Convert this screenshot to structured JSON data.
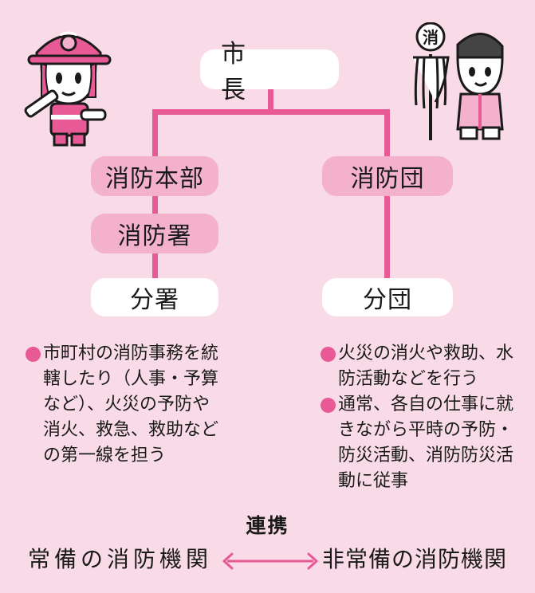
{
  "colors": {
    "background": "#f9dbe8",
    "accent": "#e85a95",
    "pink_box": "#f3b1cc",
    "white_box": "#ffffff"
  },
  "diagram": {
    "mayor": "市　長",
    "left_branch": {
      "headquarters": "消防本部",
      "fire_station": "消防署",
      "branch": "分署"
    },
    "right_branch": {
      "fire_corps": "消防団",
      "branch": "分団"
    }
  },
  "descriptions": {
    "left": [
      "市町村の消防事務を統轄したり（人事・予算など）、火災の予防や消火、救急、救助などの第一線を担う"
    ],
    "right": [
      "火災の消火や救助、水防活動などを行う",
      "通常、各自の仕事に就きながら平時の予防・防災活動、消防防災活動に従事"
    ]
  },
  "bottom": {
    "link_label": "連携",
    "left_org": "常備の消防機関",
    "right_org": "非常備の消防機関"
  },
  "characters": {
    "left_icon": "firefighter-icon",
    "right_icon": "fire-corps-member-icon",
    "right_badge": "消"
  }
}
